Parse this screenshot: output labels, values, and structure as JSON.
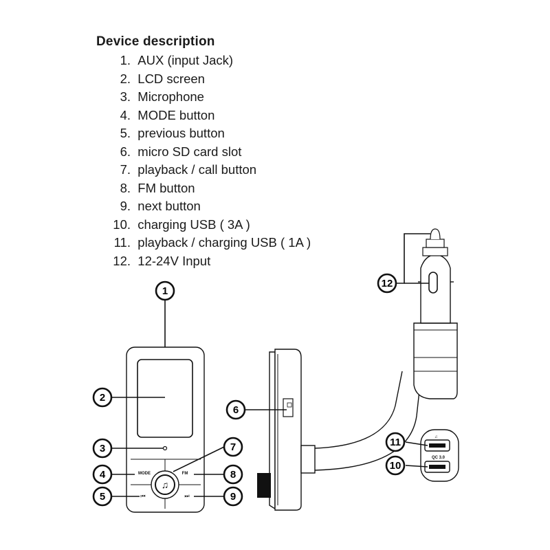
{
  "title": "Device description",
  "items": [
    {
      "num": "1.",
      "label": "AUX (input Jack)"
    },
    {
      "num": "2.",
      "label": "LCD screen"
    },
    {
      "num": "3.",
      "label": "Microphone"
    },
    {
      "num": "4.",
      "label": "MODE button"
    },
    {
      "num": "5.",
      "label": "previous button"
    },
    {
      "num": "6.",
      "label": "micro SD card slot"
    },
    {
      "num": "7.",
      "label": "playback / call button"
    },
    {
      "num": "8.",
      "label": "FM button"
    },
    {
      "num": "9.",
      "label": "next button"
    },
    {
      "num": "10.",
      "label": "charging USB ( 3A )"
    },
    {
      "num": "11.",
      "label": "playback / charging USB ( 1A )"
    },
    {
      "num": "12.",
      "label": "12-24V Input"
    }
  ],
  "callouts": [
    "1",
    "2",
    "3",
    "4",
    "5",
    "6",
    "7",
    "8",
    "9",
    "10",
    "11",
    "12"
  ],
  "device_labels": {
    "mode": "MODE",
    "fm": "FM",
    "prev_icon": "⏮",
    "next_icon": "⏭",
    "qc": "QC 3.0",
    "note_icon": "♫"
  }
}
